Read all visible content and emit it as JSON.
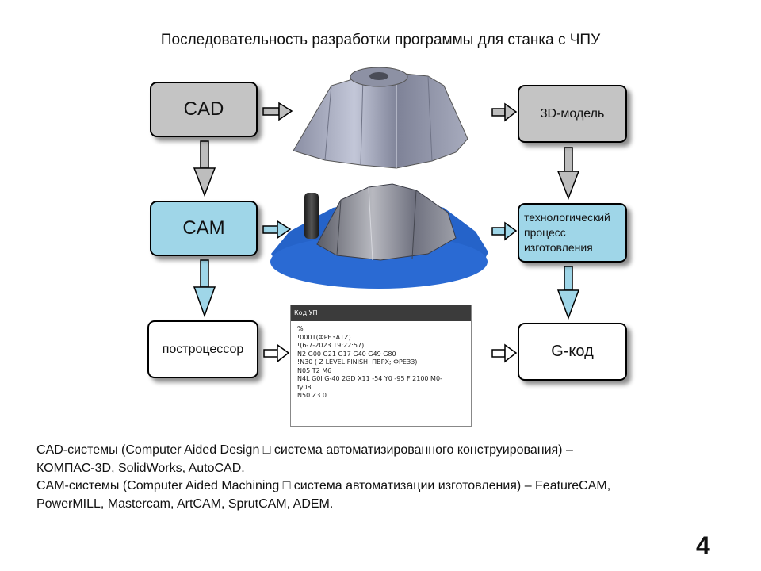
{
  "title": "Последовательность разработки программы для станка с ЧПУ",
  "boxes": {
    "cad": "CAD",
    "cam": "CAM",
    "postprocessor": "построцессор",
    "model3d": "3D-модель",
    "tech_process": [
      "технологический",
      "процесс",
      "изготовления"
    ],
    "gcode": "G-код"
  },
  "code_window": {
    "title": "Код УП",
    "lines": [
      "%",
      "!0001(ФРЕЗА1Z)",
      "!(6-7-2023 19:22:57)",
      "N2 G00 G21 G17 G40 G49 G80",
      "",
      "!N30 ( Z LEVEL FINISH  ПВРХ; ФРЕЗЗ)",
      "N05 T2 M6",
      "N4L G0I G-40 2GD X11 -54 Y0 -95 F 2100 M0-",
      "fy08",
      "N50 Z3 0"
    ]
  },
  "description": {
    "cad_line1": "CAD-системы (Computer Aided Design □ система автоматизированного конструирования) –",
    "cad_line2": "КОМПАС-3D, SolidWorks, AutoCAD.",
    "cam_line1": "CAM-системы (Computer Aided Machining □ система автоматизации изготовления) – FeatureCAM,",
    "cam_line2": "PowerMILL, Mastercam, ArtCAM, SprutCAM, ADEM."
  },
  "page_number": "4",
  "colors": {
    "gray_box": "#c4c4c4",
    "blue_box": "#9fd6e8",
    "white_box": "#ffffff",
    "base_blue": "#2563c9",
    "arrow_gray": "#bdbdbd",
    "arrow_blue": "#9fd6e8"
  }
}
